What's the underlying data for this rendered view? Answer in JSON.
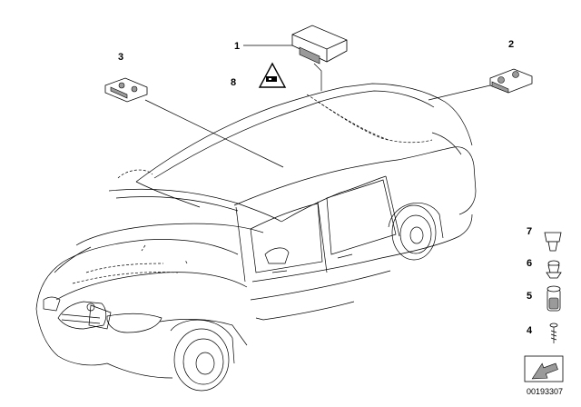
{
  "diagram": {
    "callouts": {
      "c1": "1",
      "c2": "2",
      "c3": "3",
      "c4": "4",
      "c5": "5",
      "c6": "6",
      "c7": "7",
      "c8": "8"
    },
    "document_number": "00193307",
    "colors": {
      "line": "#000000",
      "background": "#ffffff",
      "shade": "#9a9a9a"
    },
    "icons": [
      "warning-triangle-icon",
      "arrow-icon"
    ]
  }
}
